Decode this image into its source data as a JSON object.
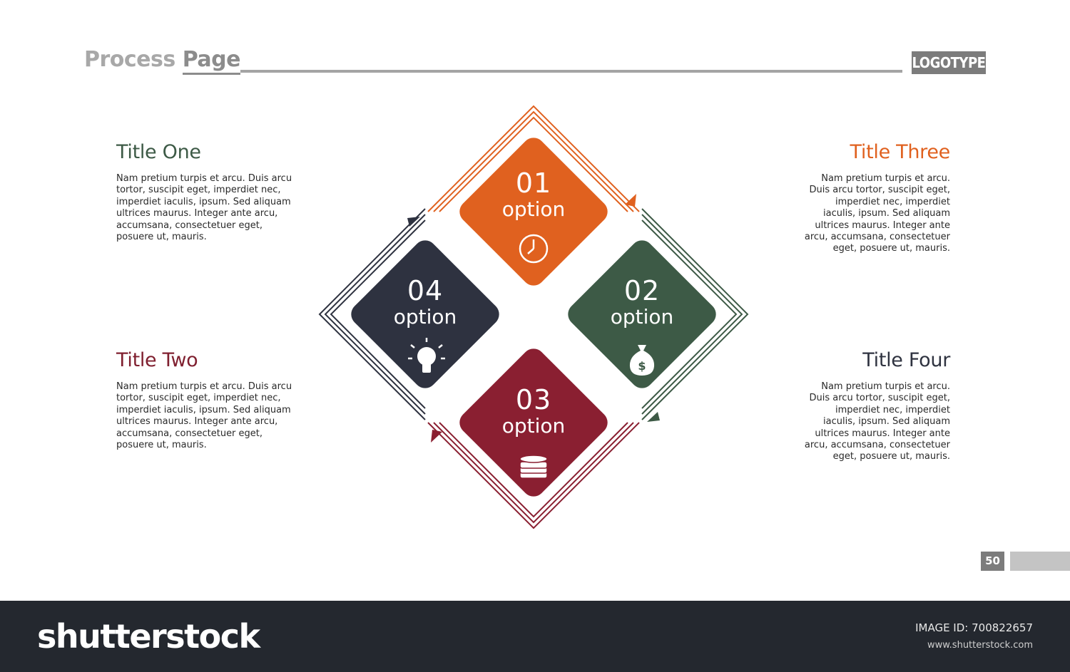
{
  "header": {
    "title_part1": "Process",
    "title_part2": "Page",
    "logo": "LOGOTYPE"
  },
  "blocks": [
    {
      "title": "Title One",
      "color": "#3d5a46",
      "body": "Nam pretium turpis et arcu. Duis arcu tortor, suscipit eget, imperdiet nec, imperdiet iaculis, ipsum. Sed aliquam ultrices maurus. Integer ante arcu, accumsana, consectetuer eget, posuere ut, mauris."
    },
    {
      "title": "Title Two",
      "color": "#7f1f2f",
      "body": "Nam pretium turpis et arcu. Duis arcu tortor, suscipit eget, imperdiet nec, imperdiet iaculis, ipsum. Sed aliquam ultrices maurus. Integer ante arcu, accumsana, consectetuer eget, posuere ut, mauris."
    },
    {
      "title": "Title Three",
      "color": "#e0611f",
      "body": "Nam pretium turpis et arcu. Duis arcu tortor, suscipit eget, imperdiet nec, imperdiet iaculis, ipsum. Sed aliquam ultrices maurus. Integer ante arcu, accumsana, consectetuer eget, posuere ut, mauris."
    },
    {
      "title": "Title Four",
      "color": "#2f3340",
      "body": "Nam pretium turpis et arcu. Duis arcu tortor, suscipit eget, imperdiet nec, imperdiet iaculis, ipsum. Sed aliquam ultrices maurus. Integer ante arcu, accumsana, consectetuer eget, posuere ut, mauris."
    }
  ],
  "options": [
    {
      "number": "01",
      "label": "option",
      "icon": "clock-icon",
      "color": "#e0611f"
    },
    {
      "number": "02",
      "label": "option",
      "icon": "money-bag-icon",
      "color": "#3d5a46"
    },
    {
      "number": "03",
      "label": "option",
      "icon": "coin-stack-icon",
      "color": "#8a1f31"
    },
    {
      "number": "04",
      "label": "option",
      "icon": "lightbulb-icon",
      "color": "#2e3240"
    }
  ],
  "footer": {
    "page_number": "50",
    "brand": "shutterstock",
    "image_id": "IMAGE ID: 700822657",
    "site": "www.shutterstock.com"
  }
}
